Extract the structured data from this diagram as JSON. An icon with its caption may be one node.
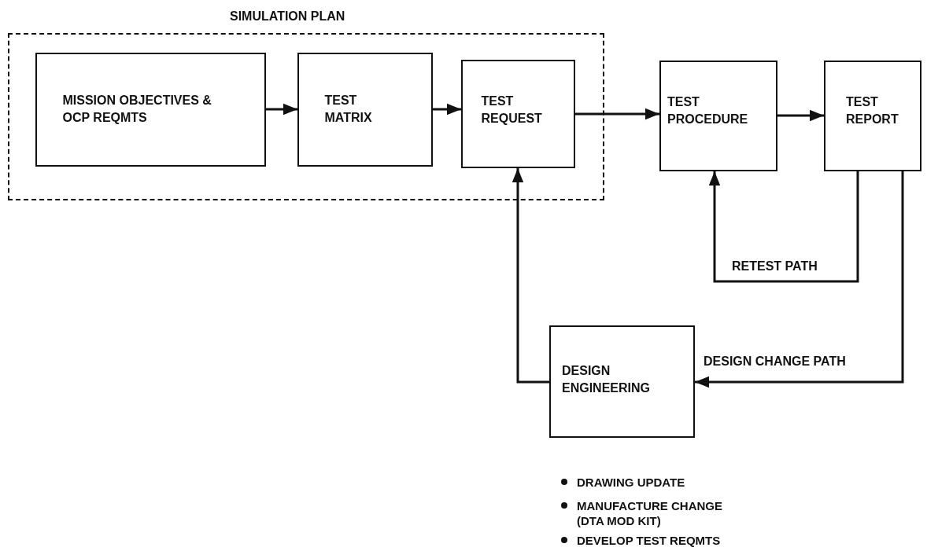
{
  "diagram": {
    "nodes": [
      {
        "text": [
          "SIMULATION PLAN"
        ]
      },
      {
        "text": [
          "MISSION OBJECTIVES & OCP REQMTS"
        ],
        "in": 0
      },
      {
        "text": [
          "TEST MATRIX"
        ],
        "in": 0
      },
      {
        "text": [
          "TEST REQUEST"
        ],
        "in": 0
      },
      {
        "text": [
          "TEST PROCEDURE"
        ]
      },
      {
        "text": [
          "TEST REPORT"
        ]
      },
      {
        "text": [
          "DESIGN ENGINEERING"
        ]
      }
    ],
    "edges": [
      {
        "from": 1,
        "to": 2,
        "arrow": "to"
      },
      {
        "from": 2,
        "to": 3,
        "arrow": "to"
      },
      {
        "from": 3,
        "to": 4,
        "arrow": "to"
      },
      {
        "from": 4,
        "to": 5,
        "arrow": "to"
      },
      {
        "from": 5,
        "to": 4,
        "arrow": "to",
        "label": "RETEST PATH"
      },
      {
        "from": 5,
        "to": 6,
        "arrow": "to",
        "label": "DESIGN CHANGE PATH"
      },
      {
        "from": 6,
        "to": 3,
        "arrow": "to"
      }
    ],
    "labels": [
      "DRAWING UPDATE",
      "MANUFACTURE CHANGE (DTA MOD KIT)",
      "DEVELOP TEST REQMTS"
    ]
  }
}
